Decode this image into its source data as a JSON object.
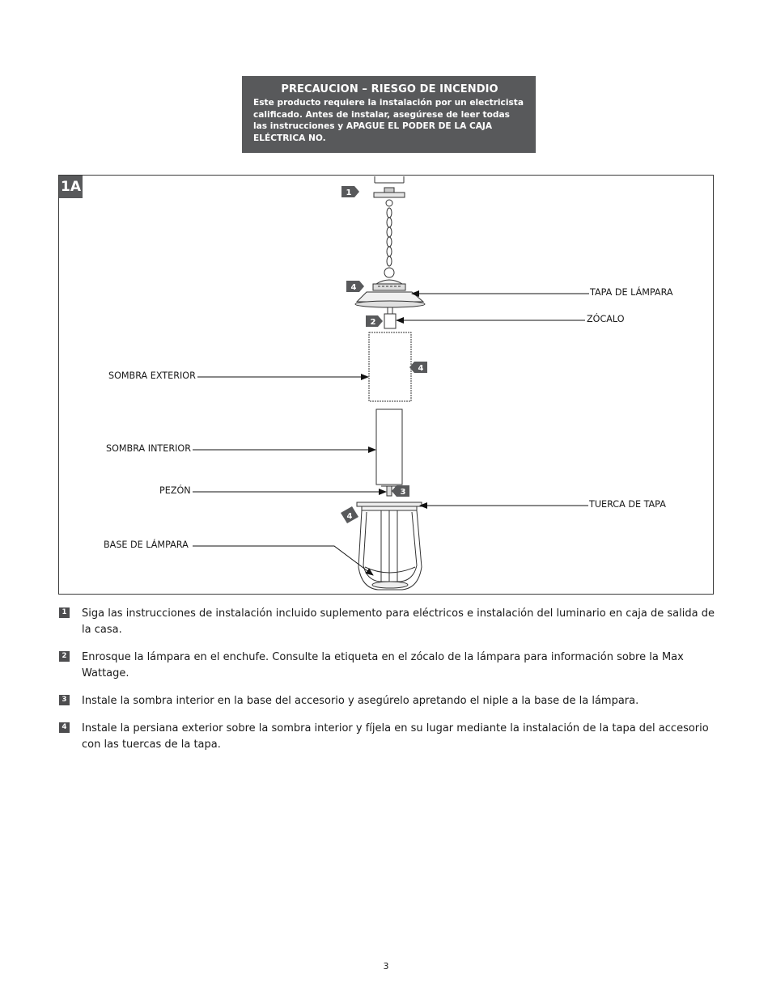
{
  "warning": {
    "title": "PRECAUCION – RIESGO DE INCENDIO",
    "body": "Este producto requiere la instalación por un electricista calificado. Antes de instalar, asegúrese de leer todas las instrucciones y APAGUE EL PODER DE LA CAJA ELÉCTRICA NO."
  },
  "diagram": {
    "tag": "1A",
    "markers": [
      "1",
      "4",
      "2",
      "4",
      "3",
      "4"
    ],
    "callouts": {
      "tapa": "TAPA DE LÁMPARA",
      "zocalo": "ZÓCALO",
      "sombra_exterior": "SOMBRA EXTERIOR",
      "sombra_interior": "SOMBRA INTERIOR",
      "pezon": "PEZÓN",
      "tuerca": "TUERCA DE TAPA",
      "base": "BASE DE LÁMPARA"
    }
  },
  "steps": [
    {
      "num": "1",
      "text": "Siga las instrucciones de instalación incluido suplemento para eléctricos e instalación del luminario en caja de salida de la casa."
    },
    {
      "num": "2",
      "text": "Enrosque la lámpara en el enchufe. Consulte la etiqueta en el zócalo de la lámpara para información sobre la Max Wattage."
    },
    {
      "num": "3",
      "text": "Instale la sombra interior en la base del accesorio y asegúrelo apretando el niple a la base de la lámpara."
    },
    {
      "num": "4",
      "text": "Instale la persiana exterior sobre la sombra interior y fíjela en su lugar mediante la instalación de la tapa del accesorio con las tuercas de la tapa."
    }
  ],
  "page_number": "3"
}
